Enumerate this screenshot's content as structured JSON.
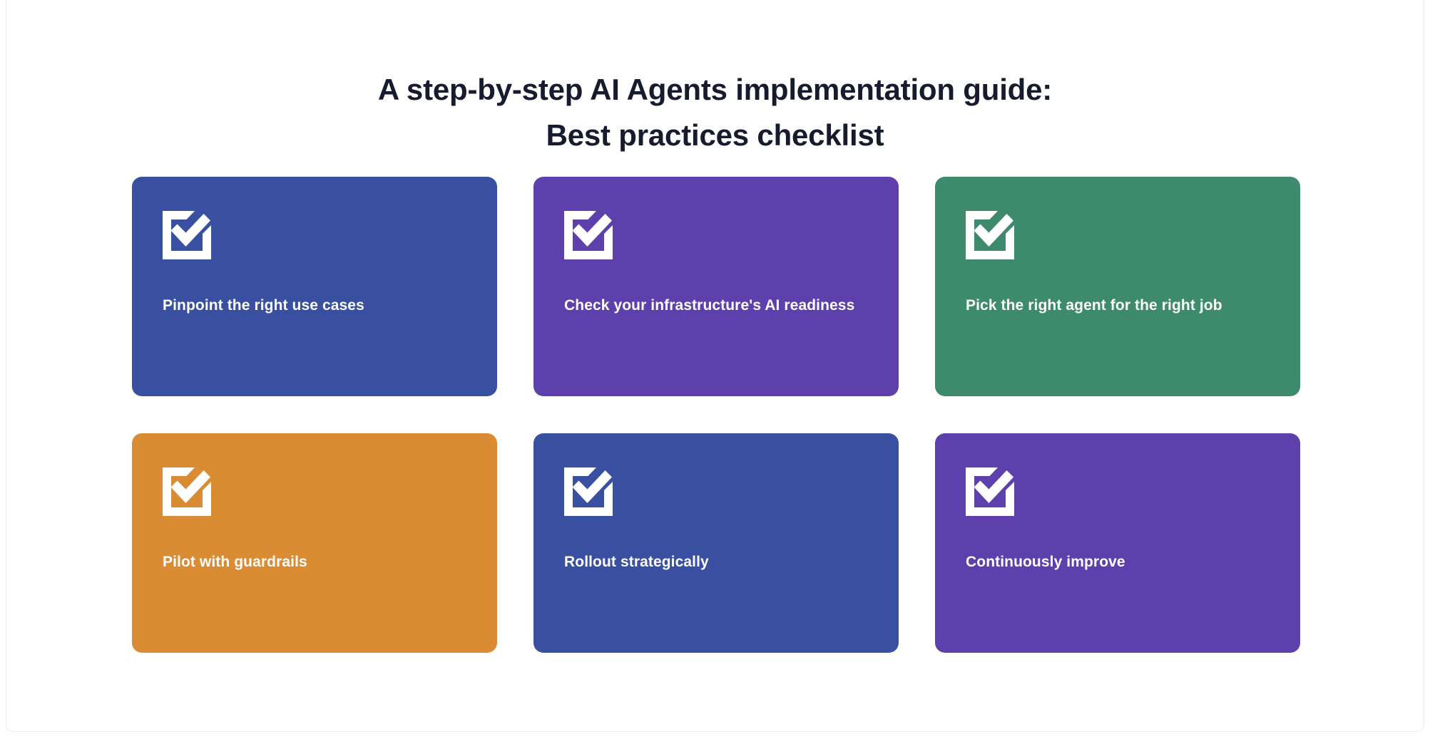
{
  "heading": {
    "line1": "A step-by-step AI Agents implementation guide:",
    "line2": "Best practices checklist",
    "color": "#161b2e"
  },
  "theme": {
    "background": "#ffffff",
    "border": "#ececee",
    "card_text": "#ffffff",
    "icon": "#ffffff"
  },
  "cards": [
    {
      "label": "Pinpoint the right use cases",
      "icon": "checkbox-checked-icon",
      "color": "#38509f"
    },
    {
      "label": "Check your infrastructure's AI readiness",
      "icon": "checkbox-checked-icon",
      "color": "#5e40ad"
    },
    {
      "label": "Pick the right agent for the right job",
      "icon": "checkbox-checked-icon",
      "color": "#3d8a6d"
    },
    {
      "label": "Pilot with guardrails",
      "icon": "checkbox-checked-icon",
      "color": "#d98c33"
    },
    {
      "label": "Rollout strategically",
      "icon": "checkbox-checked-icon",
      "color": "#38509f"
    },
    {
      "label": "Continuously improve",
      "icon": "checkbox-checked-icon",
      "color": "#5e40ad"
    }
  ]
}
